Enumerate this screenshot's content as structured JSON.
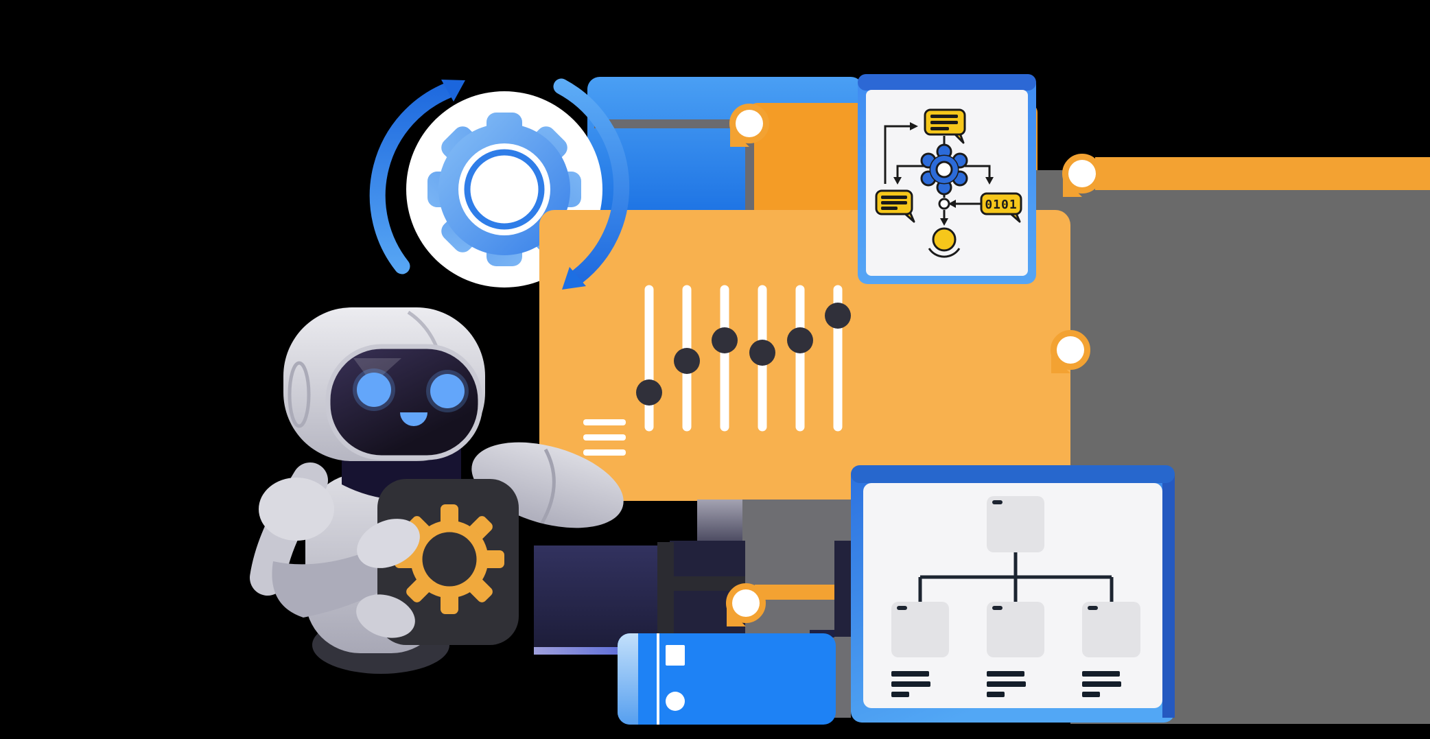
{
  "colors": {
    "background": "#000000",
    "panel_orange": "#F8B14E",
    "deep_orange": "#F49C26",
    "node_orange": "#F3A232",
    "gray_block": "#6A6A6A",
    "gray_block2": "#6E6E72",
    "connector_gray": "#6B6B70",
    "slider_knob": "#30303A",
    "slider_track": "#FFFFFF",
    "flow_yellow": "#F6C71B",
    "outline_dark": "#1A1A1A",
    "card_topbar_blue": "#2C68D5",
    "tree_topbar_blue": "#2767CD",
    "device_blue": "#1E82F5",
    "badge_dark": "#303036",
    "badge_gear_orange": "#F0A93D",
    "charcoal": "#2B2B31",
    "navy_block": "#22223C",
    "menu_lines_white": "#FFFFFF"
  },
  "flowchart_card": {
    "binary_label": "0101",
    "nodes": [
      "chat-message-top",
      "process-gear",
      "chat-message-left",
      "binary-data-bubble",
      "merge-point",
      "output-token"
    ]
  },
  "sliders": {
    "count": 6,
    "values_pct": [
      25,
      48,
      63,
      54,
      63,
      81
    ]
  },
  "org_chart": {
    "root_boxes": 1,
    "child_boxes": 3,
    "text_lines_per_child": 3
  },
  "icons": {
    "sync": "sync-cycle-arrows-icon",
    "gear": "gear-icon",
    "menu": "menu-lines-icon",
    "node": "connector-node-pin-icon",
    "device_leds": [
      "square-led",
      "circle-led"
    ]
  }
}
